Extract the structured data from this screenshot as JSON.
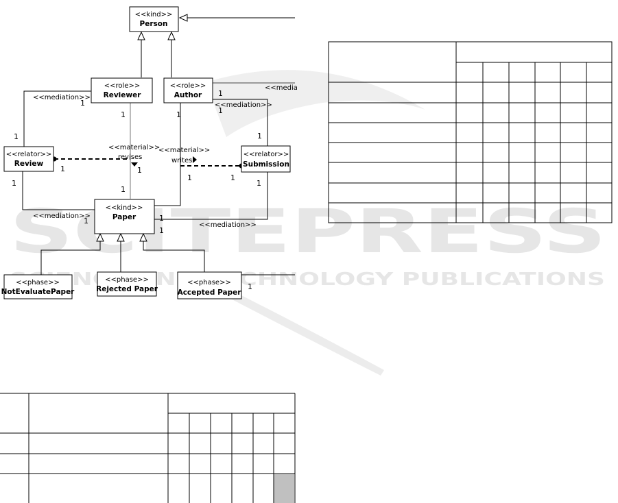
{
  "classes": {
    "person": {
      "stereotype": "<<kind>>",
      "name": "Person"
    },
    "reviewer": {
      "stereotype": "<<role>>",
      "name": "Reviewer"
    },
    "author": {
      "stereotype": "<<role>>",
      "name": "Author"
    },
    "review": {
      "stereotype": "<<relator>>",
      "name": "Review"
    },
    "submission": {
      "stereotype": "<<relator>>",
      "name": "Submission"
    },
    "paper": {
      "stereotype": "<<kind>>",
      "name": "Paper"
    },
    "not_evaluate_paper": {
      "stereotype": "<<phase>>",
      "name": "NotEvaluatePaper"
    },
    "rejected_paper": {
      "stereotype": "<<phase>>",
      "name": "Rejected Paper"
    },
    "accepted_paper": {
      "stereotype": "<<phase>>",
      "name": "Accepted Paper"
    }
  },
  "associations": {
    "mediation": "<<mediation>>",
    "mediation_cut": "<<media",
    "material": "<<material>>",
    "revises": "revises",
    "writes": "writes"
  },
  "multiplicity": "1",
  "watermark": {
    "title": "SCITEPRESS",
    "subtitle": "SCIENCE AND TECHNOLOGY PUBLICATIONS",
    "color": "#e6e6e6"
  }
}
